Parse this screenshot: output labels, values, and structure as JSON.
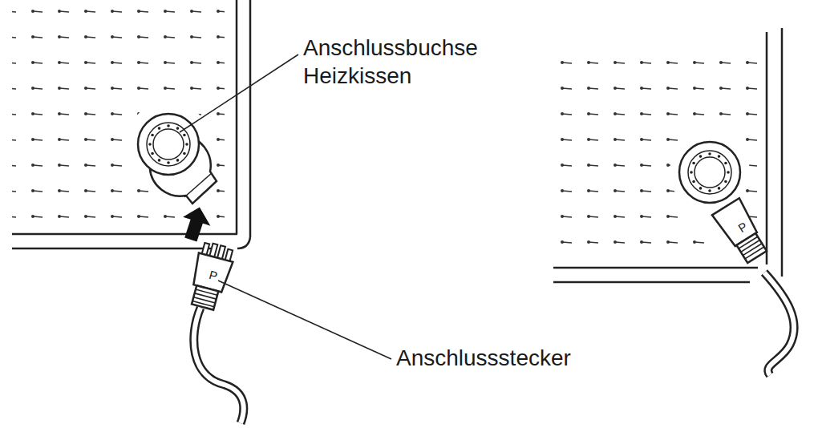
{
  "diagram": {
    "labels": [
      "Anschlussbuchse Heizkissen",
      "Anschlussstecker",
      "P",
      "P"
    ]
  }
}
